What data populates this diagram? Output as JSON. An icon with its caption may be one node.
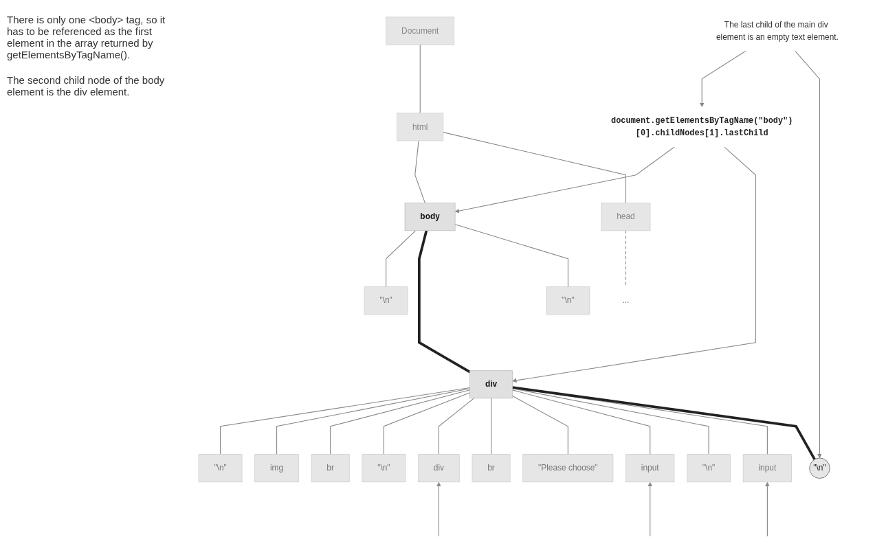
{
  "diagram": {
    "nodes": [
      {
        "text": [
          "document.getElementsByTagName(\"body\")[0].childNodes[1].lastChild"
        ]
      },
      {
        "text": [
          "Document"
        ]
      },
      {
        "text": [
          "html"
        ]
      },
      {
        "text": [
          "body"
        ]
      },
      {
        "text": [
          "head"
        ]
      },
      {
        "text": [
          "\"\\n\""
        ]
      },
      {
        "text": [
          "div"
        ]
      },
      {
        "text": [
          "\"\\n\""
        ]
      },
      {
        "text": [
          "..."
        ]
      },
      {
        "text": [
          "\"\\n\""
        ]
      },
      {
        "text": [
          "img"
        ]
      },
      {
        "text": [
          "br"
        ]
      },
      {
        "text": [
          "\"\\n\""
        ]
      },
      {
        "text": [
          "div"
        ]
      },
      {
        "text": [
          "br"
        ]
      },
      {
        "text": [
          "\"Please choose\""
        ]
      },
      {
        "text": [
          "input"
        ]
      },
      {
        "text": [
          "\"\\n\""
        ]
      },
      {
        "text": [
          "input"
        ]
      },
      {
        "text": [
          "\"\\n\""
        ]
      },
      {
        "text": [
          "The last child of the main div element is an empty text element."
        ]
      }
    ],
    "edges": [
      {
        "from": 1,
        "to": 2,
        "arrow": "none"
      },
      {
        "from": 2,
        "to": 3,
        "arrow": "none"
      },
      {
        "from": 2,
        "to": 4,
        "arrow": "none"
      },
      {
        "from": 3,
        "to": 5,
        "arrow": "none"
      },
      {
        "from": 3,
        "to": 6,
        "arrow": "none",
        "style": "thick",
        "color": "#222222"
      },
      {
        "from": 3,
        "to": 7,
        "arrow": "none"
      },
      {
        "from": 4,
        "to": 8,
        "arrow": "none",
        "style": "dashed"
      },
      {
        "from": 6,
        "to": 9,
        "arrow": "none"
      },
      {
        "from": 6,
        "to": 10,
        "arrow": "none"
      },
      {
        "from": 6,
        "to": 11,
        "arrow": "none"
      },
      {
        "from": 6,
        "to": 12,
        "arrow": "none"
      },
      {
        "from": 6,
        "to": 13,
        "arrow": "none"
      },
      {
        "from": 6,
        "to": 14,
        "arrow": "none"
      },
      {
        "from": 6,
        "to": 15,
        "arrow": "none"
      },
      {
        "from": 6,
        "to": 16,
        "arrow": "none"
      },
      {
        "from": 6,
        "to": 17,
        "arrow": "none"
      },
      {
        "from": 6,
        "to": 18,
        "arrow": "none"
      },
      {
        "from": 6,
        "to": 19,
        "arrow": "none",
        "style": "thick",
        "color": "#222222"
      },
      {
        "from": 0,
        "to": 3,
        "arrow": "to"
      },
      {
        "from": 0,
        "to": 6,
        "arrow": "to"
      },
      {
        "from": 20,
        "to": 0,
        "arrow": "to"
      },
      {
        "from": 20,
        "to": 19,
        "arrow": "to"
      },
      {
        "from": null,
        "to": 13,
        "arrow": "to"
      },
      {
        "from": null,
        "to": 16,
        "arrow": "to"
      },
      {
        "from": null,
        "to": 18,
        "arrow": "to"
      }
    ],
    "labels": [
      "There is only one <body> tag, so it has to be referenced as the first element in the array returned by getElementsByTagName().",
      "The second child node of the body element is the div element."
    ]
  }
}
